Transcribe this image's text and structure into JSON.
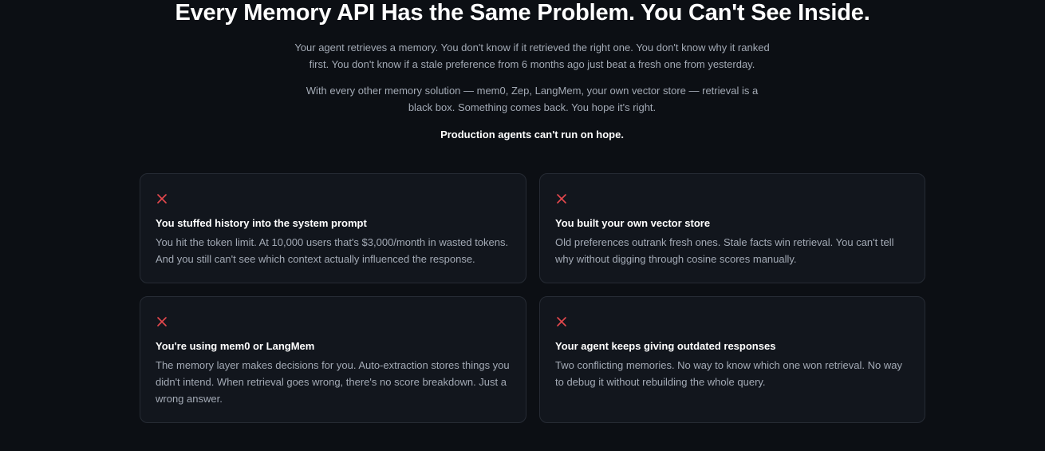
{
  "section": {
    "title": "Every Memory API Has the Same Problem. You Can't See Inside.",
    "paragraph_1": "Your agent retrieves a memory. You don't know if it retrieved the right one. You don't know why it ranked first. You don't know if a stale preference from 6 months ago just beat a fresh one from yesterday.",
    "paragraph_2": "With every other memory solution — mem0, Zep, LangMem, your own vector store — retrieval is a black box. Something comes back. You hope it's right.",
    "emphasis": "Production agents can't run on hope."
  },
  "cards": [
    {
      "icon": "x-icon",
      "title": "You stuffed history into the system prompt",
      "body": "You hit the token limit. At 10,000 users that's $3,000/month in wasted tokens. And you still can't see which context actually influenced the response."
    },
    {
      "icon": "x-icon",
      "title": "You built your own vector store",
      "body": "Old preferences outrank fresh ones. Stale facts win retrieval. You can't tell why without digging through cosine scores manually."
    },
    {
      "icon": "x-icon",
      "title": "You're using mem0 or LangMem",
      "body": "The memory layer makes decisions for you. Auto-extraction stores things you didn't intend. When retrieval goes wrong, there's no score breakdown. Just a wrong answer."
    },
    {
      "icon": "x-icon",
      "title": "Your agent keeps giving outdated responses",
      "body": "Two conflicting memories. No way to know which one won retrieval. No way to debug it without rebuilding the whole query."
    }
  ],
  "colors": {
    "background": "#0c0f14",
    "card_background": "#12161d",
    "card_border": "#262b34",
    "accent_red": "#e5484d",
    "muted_text": "#a3aab5"
  }
}
